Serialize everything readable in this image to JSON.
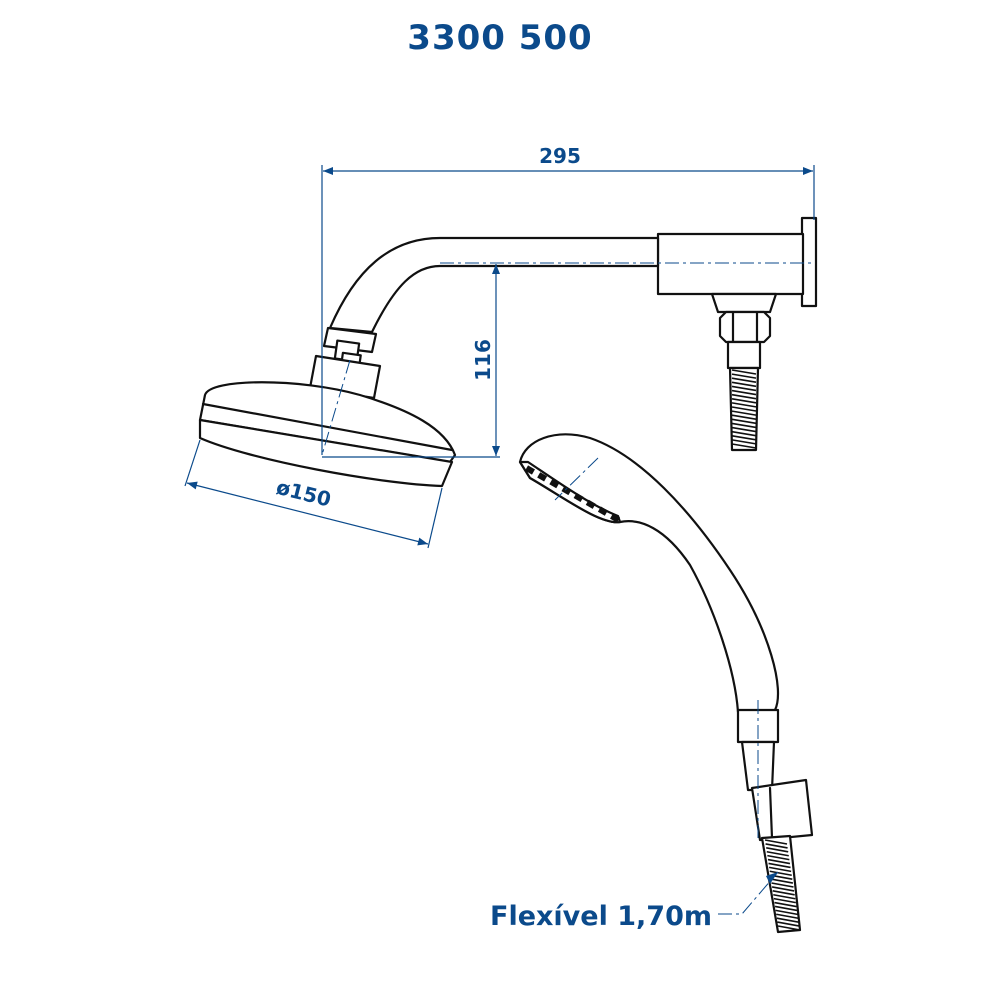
{
  "title": "3300 500",
  "dimensions": {
    "width": "295",
    "height": "116",
    "diameter": "ø150"
  },
  "note": "Flexível 1,70m",
  "colors": {
    "annotation": "#0b4a8b",
    "outline": "#111111"
  }
}
